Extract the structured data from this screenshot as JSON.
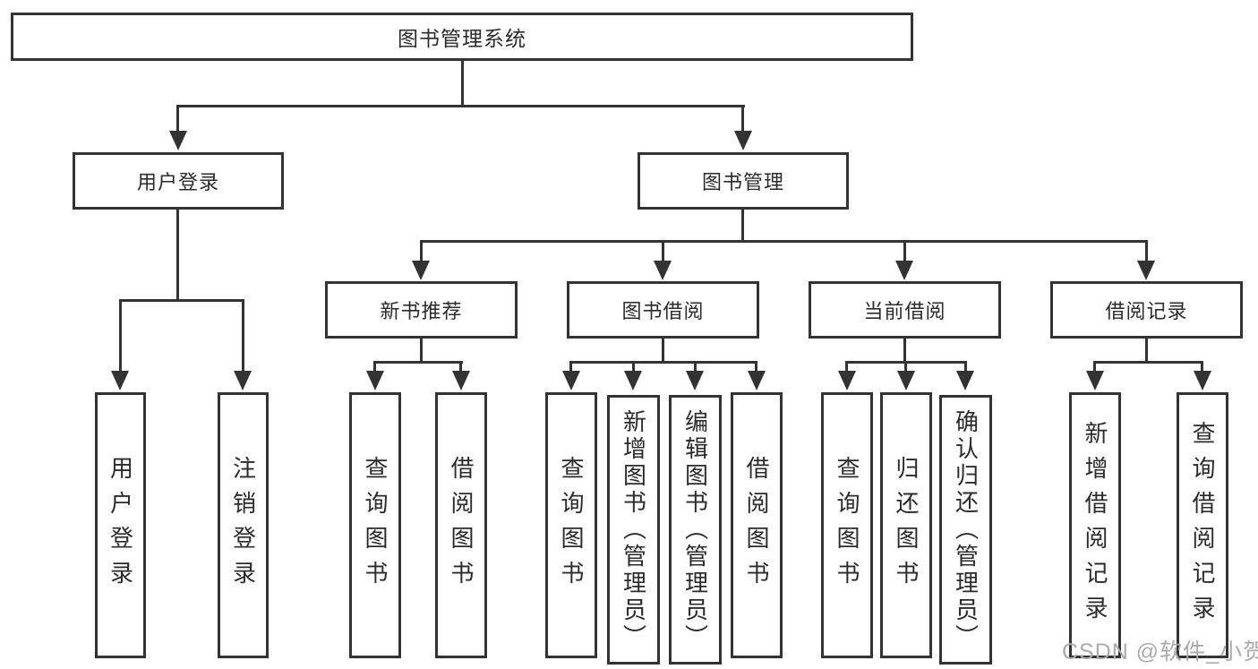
{
  "tree": {
    "root": {
      "label": "图书管理系统",
      "children": [
        {
          "label": "用户登录",
          "children": [
            {
              "label": "用户登录"
            },
            {
              "label": "注销登录"
            }
          ]
        },
        {
          "label": "图书管理",
          "children": [
            {
              "label": "新书推荐",
              "children": [
                {
                  "label": "查询图书"
                },
                {
                  "label": "借阅图书"
                }
              ]
            },
            {
              "label": "图书借阅",
              "children": [
                {
                  "label": "查询图书"
                },
                {
                  "label": "新增图书（管理员）"
                },
                {
                  "label": "编辑图书（管理员）"
                },
                {
                  "label": "借阅图书"
                }
              ]
            },
            {
              "label": "当前借阅",
              "children": [
                {
                  "label": "查询图书"
                },
                {
                  "label": "归还图书"
                },
                {
                  "label": "确认归还（管理员）"
                }
              ]
            },
            {
              "label": "借阅记录",
              "children": [
                {
                  "label": "新增借阅记录"
                },
                {
                  "label": "查询借阅记录"
                }
              ]
            }
          ]
        }
      ]
    }
  },
  "watermark": {
    "text": "CSDN @软件_小贺同学"
  },
  "colors": {
    "line": "#333333",
    "box_border": "#333333",
    "text": "#2b2b2b",
    "background": "#ffffff",
    "watermark": "#ababab"
  }
}
